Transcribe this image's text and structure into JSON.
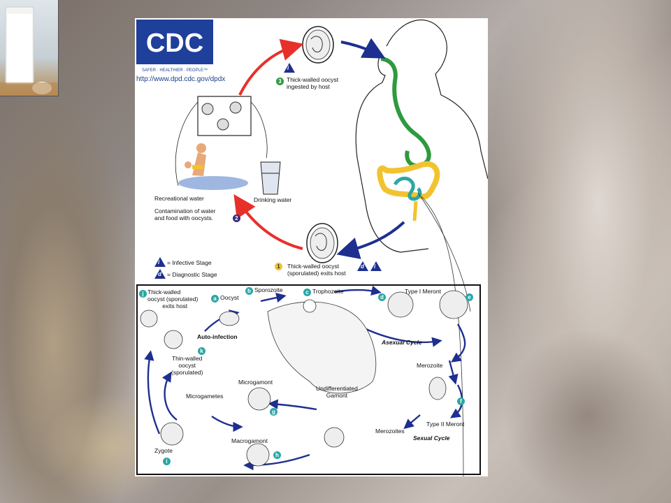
{
  "logo": {
    "text": "CDC",
    "tagline": "SAFER · HEALTHIER · PEOPLE™",
    "url": "http://www.dpd.cdc.gov/dpdx"
  },
  "colors": {
    "arrow_red": "#e8302a",
    "arrow_navy": "#1e2f8f",
    "gut_green": "#2e9a3e",
    "gut_yellow": "#f2c330",
    "gut_teal": "#2aa7a5",
    "badge_purple": "#3b2a7a"
  },
  "top": {
    "step3": {
      "badge": "3",
      "text": "Thick-walled oocyst ingested by host",
      "line1": "Thick-walled oocyst",
      "line2": "ingested by host",
      "icon": "i"
    },
    "recreational_water": "Recreational water",
    "drinking_water": "Drinking water",
    "step2": {
      "badge": "2",
      "line1": "Contamination of water",
      "line2": "and food with oocysts."
    },
    "step1": {
      "badge": "1",
      "line1": "Thick-walled oocyst",
      "line2": "(sporulated) exits host",
      "icon_d": "d",
      "icon_i": "i"
    },
    "legend": [
      {
        "icon": "i",
        "text": "= Infective Stage"
      },
      {
        "icon": "d",
        "text": "= Diagnostic Stage"
      }
    ]
  },
  "cycle": {
    "j": {
      "badge": "j",
      "line1": "Thick-walled",
      "line2": "oocyst (sporulated)",
      "line3": "exits host"
    },
    "a": {
      "badge": "a",
      "text": "Oocyst"
    },
    "b": {
      "badge": "b",
      "text": "Sporozoite"
    },
    "c": {
      "badge": "c",
      "text": "Trophozoite"
    },
    "d": {
      "badge": "d"
    },
    "type1": "Type I Meront",
    "e": {
      "badge": "e"
    },
    "auto_infection": "Auto-infection",
    "asexual_cycle": "Asexual Cycle",
    "k": {
      "badge": "k",
      "line1": "Thin-walled",
      "line2": "oocyst",
      "line3": "(sporulated)"
    },
    "merozoite": "Merozoite",
    "f": {
      "badge": "f"
    },
    "microgamont": "Microgamont",
    "microgametes": "Microgametes",
    "g": {
      "badge": "g"
    },
    "undiff": {
      "line1": "Undifferentiated",
      "line2": "Gamont"
    },
    "type2": "Type II Meront",
    "merozoites": "Merozoites",
    "sexual_cycle": "Sexual Cycle",
    "macrogamont": "Macrogamont",
    "h": {
      "badge": "h"
    },
    "zygote": "Zygote",
    "i": {
      "badge": "i"
    }
  }
}
